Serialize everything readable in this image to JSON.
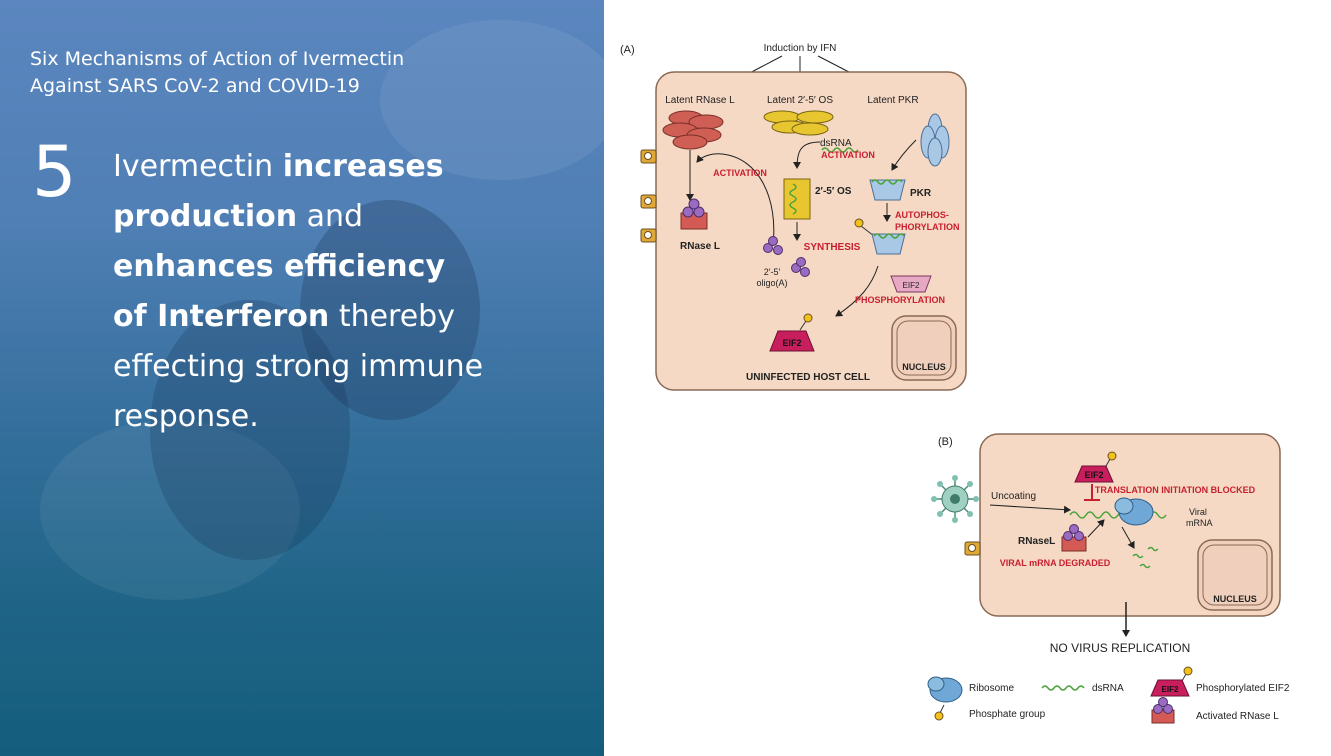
{
  "slide": {
    "subtitle_line1": "Six Mechanisms of Action of Ivermectin",
    "subtitle_line2": "Against SARS CoV-2 and COVID-19",
    "number": "5",
    "headline": {
      "t1": "Ivermectin ",
      "b1": "increases",
      "b2": "production",
      "t2": " and",
      "b3": "enhances efficiency",
      "b4": "of Interferon",
      "t3": " thereby",
      "t4": "effecting strong immune",
      "t5": "response."
    },
    "colors": {
      "panel_top": "#5b86bf",
      "panel_bottom": "#145d7c",
      "cell_fill": "#f5d9c4",
      "red_label": "#c8202f"
    }
  },
  "diagram": {
    "panelA": {
      "tag": "(A)",
      "induction": "Induction by IFN",
      "latent_rnase": "Latent RNase L",
      "latent_os": "Latent 2′-5′ OS",
      "latent_pkr": "Latent PKR",
      "dsrna": "dsRNA",
      "activation_top": "ACTIVATION",
      "activation_left": "ACTIVATION",
      "os_label": "2′-5′ OS",
      "pkr_label": "PKR",
      "autophos_1": "AUTOPHOS-",
      "autophos_2": "PHORYLATION",
      "synthesis": "SYNTHESIS",
      "rnase_l": "RNase L",
      "oligo_1": "2′-5′",
      "oligo_2": "oligo(A)",
      "eif2_small": "EIF2",
      "phosphorylation": "PHOSPHORYLATION",
      "eif2_big": "EIF2",
      "nucleus": "NUCLEUS",
      "cell_label": "UNINFECTED HOST CELL"
    },
    "panelB": {
      "tag": "(B)",
      "eif2": "EIF2",
      "blocked": "TRANSLATION INITIATION BLOCKED",
      "uncoating": "Uncoating",
      "viral_1": "Viral",
      "viral_2": "mRNA",
      "rnasel": "RNaseL",
      "degraded": "VIRAL mRNA DEGRADED",
      "nucleus": "NUCLEUS",
      "result": "NO VIRUS REPLICATION"
    },
    "legend": {
      "ribosome": "Ribosome",
      "dsrna": "dsRNA",
      "eif2": "EIF2",
      "phos_eif2": "Phosphorylated EIF2",
      "phosphate": "Phosphate group",
      "rnase": "Activated RNase L"
    }
  }
}
